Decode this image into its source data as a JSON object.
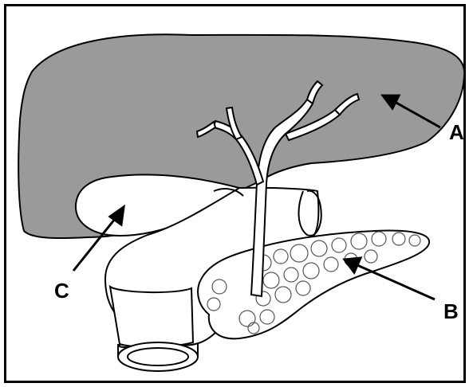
{
  "labels": {
    "a": "A",
    "b": "B",
    "c": "C"
  },
  "colors": {
    "liver": "#9a9a9a",
    "outline": "#000000",
    "tissue": "#ffffff",
    "pancreas_texture": "#555555"
  }
}
